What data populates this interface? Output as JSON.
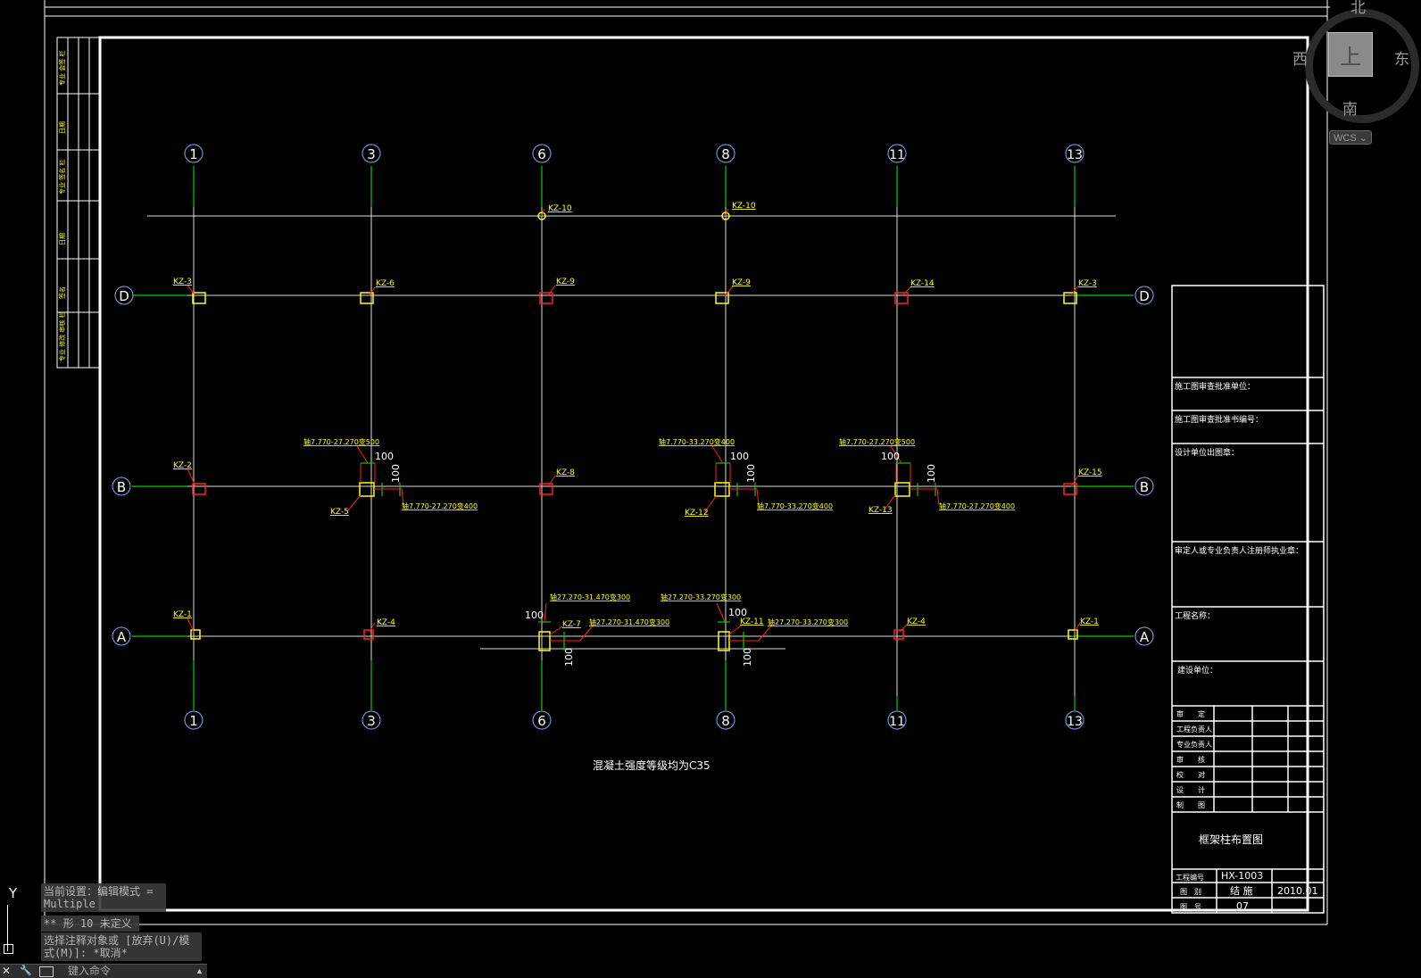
{
  "drawing": {
    "grid_labels_x": [
      "1",
      "3",
      "6",
      "8",
      "11",
      "13"
    ],
    "grid_labels_y": [
      "D",
      "B",
      "A"
    ],
    "column_tags": {
      "top_row": [
        "KZ-10",
        "KZ-10"
      ],
      "row_D": [
        "KZ-3",
        "KZ-6",
        "KZ-9",
        "KZ-9",
        "KZ-14",
        "KZ-3"
      ],
      "row_B": [
        "KZ-2",
        "KZ-5",
        "KZ-8",
        "KZ-12",
        "KZ-13",
        "KZ-15"
      ],
      "row_A": [
        "KZ-1",
        "KZ-4",
        "KZ-7",
        "KZ-11",
        "KZ-4",
        "KZ-1"
      ]
    },
    "offset_dim": "100",
    "offset_notes": {
      "b3_top": "轴7.770-27.270变500",
      "b3_right": "轴7.770-27.270变400",
      "b8_top": "轴7.770-33.270变400",
      "b8_right": "轴7.770-33.270变400",
      "b11_top": "轴7.770-27.270变500",
      "b11_right": "轴7.770-27.270变400",
      "a6_top": "轴27.270-31.470变300",
      "a6_right": "轴27.270-31.470变300",
      "a8_top": "轴27.270-33.270变300",
      "a8_right": "轴27.270-33.270变300"
    },
    "concrete_note": "混凝土强度等级均为C35",
    "left_strip_labels": [
      "专业 会签 栏",
      "日期",
      "专业 签名 栏",
      "日期",
      "签名",
      "专业 修改 审核 栏"
    ]
  },
  "title_block": {
    "review_unit": "施工图审查批准单位：",
    "review_cert": "施工图审查批准书编号：",
    "design_seal": "设计单位出图章：",
    "reg_seal": "审定人或专业负责人注册师执业章：",
    "project_name": "工程名称：",
    "client": "建设单位：",
    "sign_rows": [
      "审　　定",
      "工程负责人",
      "专业负责人",
      "审　　核",
      "校　　对",
      "设　　计",
      "制　　图"
    ],
    "drawing_title": "框架柱布置图",
    "project_no_label": "工程编号",
    "project_no": "HX-1003",
    "category_label": "图　别",
    "category": "结 施",
    "date": "2010.01",
    "sheet_label": "图　号",
    "sheet": "07"
  },
  "viewcube": {
    "north": "北",
    "south": "南",
    "east": "东",
    "west": "西",
    "face": "上",
    "wcs_label": "WCS"
  },
  "ucs": {
    "y_label": "Y"
  },
  "command_line": {
    "history_1": "当前设置：编辑模式 = Multiple",
    "history_2": "** 形 10 未定义",
    "history_3": "选择注释对象或 [放弃(U)/模式(M)]: *取消*",
    "placeholder": "键入命令"
  },
  "colors": {
    "grid_line": "#ffffff",
    "axis_line": "#00ff00",
    "axis_bubble": "#6f8fd6",
    "column_yellow": "#ffff00",
    "column_red": "#ff2020",
    "frame": "#ffffff"
  }
}
